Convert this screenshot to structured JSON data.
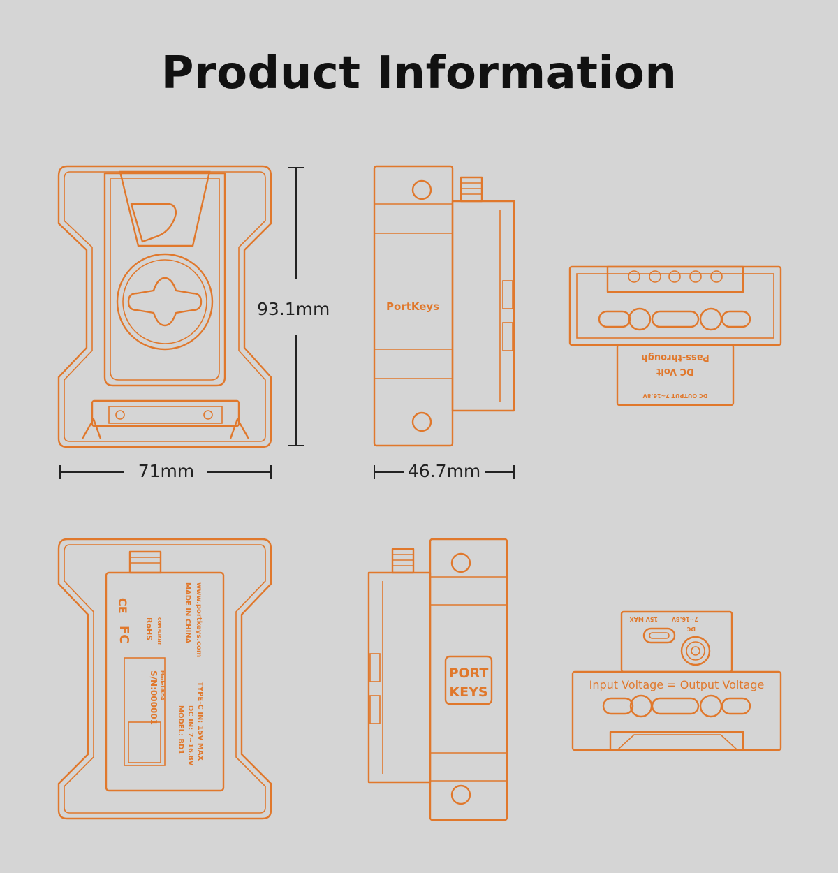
{
  "title": "Product Information",
  "dimensions": {
    "height": "93.1mm",
    "width": "71mm",
    "depth": "46.7mm"
  },
  "labels": {
    "brand_side": "PortKeys",
    "brand_logo_line1": "PORT",
    "brand_logo_line2": "KEYS",
    "top_line1": "DC Volt",
    "top_line2": "Pass-through",
    "top_output": "DC OUTPUT 7~16.8V",
    "bottom_port_left": "15V MAX",
    "bottom_port_right": "7~16.8V",
    "bottom_dc": "DC",
    "bottom_voltage": "Input Voltage = Output Voltage",
    "back_made_in": "MADE IN CHINA",
    "back_url": "www.portkeys.com",
    "back_model": "MODEL: BD1",
    "back_dc_in": "DC IN: 7~16.8V",
    "back_typec": "TYPE-C IN: 15V MAX",
    "back_sn": "S/N:000001",
    "back_model_small": "Model:BD4",
    "back_rohs": "RoHS",
    "back_compliant": "COMPLIANT",
    "back_fc": "FC",
    "back_ce": "CE"
  },
  "colors": {
    "accent": "#e0782c",
    "background": "#d5d5d5"
  }
}
